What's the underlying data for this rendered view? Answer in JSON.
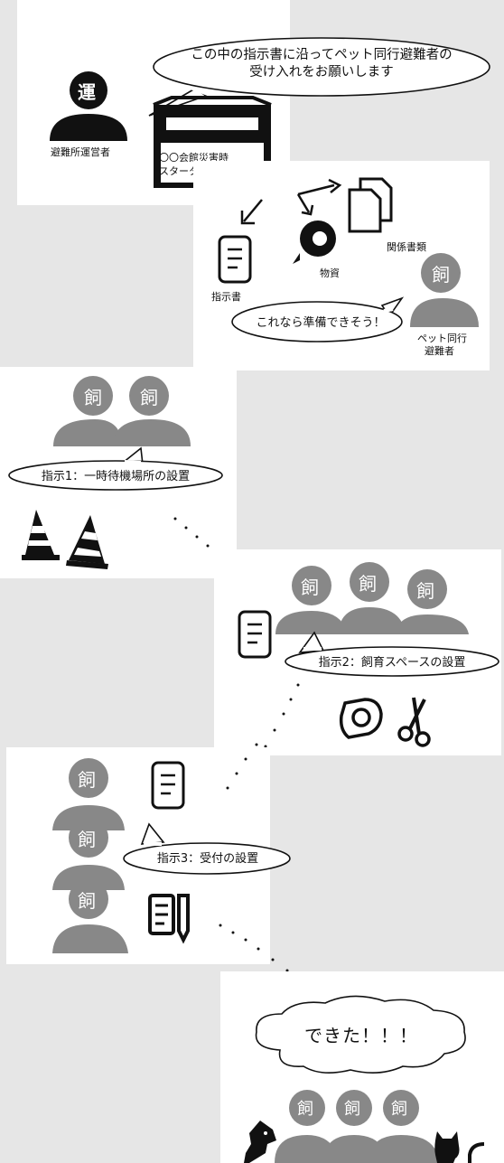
{
  "scene1": {
    "bubble_line1": "この中の指示書に沿ってペット同行避難者の",
    "bubble_line2": "受け入れをお願いします",
    "operator_badge": "運",
    "operator_label": "避難所運営者",
    "kit_line1": "〇〇会館災害時",
    "kit_line2": "スターターキット"
  },
  "scene2": {
    "label_instructions": "指示書",
    "label_supplies": "物資",
    "label_documents": "関係書類",
    "owner_badge": "飼",
    "owner_label_line1": "ペット同行",
    "owner_label_line2": "避難者",
    "bubble": "これなら準備できそう！"
  },
  "scene3": {
    "owner_badges": [
      "飼",
      "飼"
    ],
    "bubble": "指示1：一時待機場所の設置"
  },
  "scene4": {
    "owner_badges": [
      "飼",
      "飼",
      "飼"
    ],
    "bubble": "指示2：飼育スペースの設置"
  },
  "scene5": {
    "owner_badges": [
      "飼",
      "飼",
      "飼"
    ],
    "bubble": "指示3：受付の設置"
  },
  "scene6": {
    "cloud": "できた！！！",
    "owner_badges": [
      "飼",
      "飼",
      "飼"
    ]
  }
}
